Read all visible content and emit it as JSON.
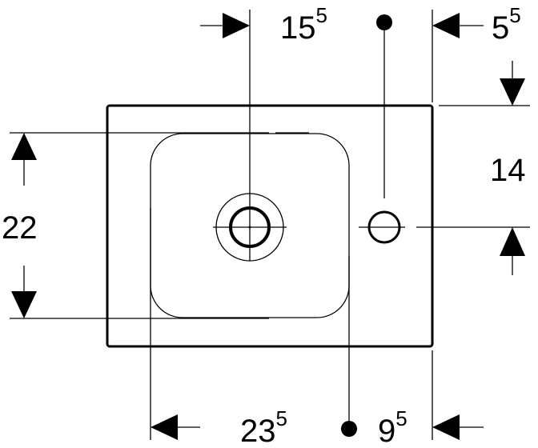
{
  "dimensions": {
    "top_center": {
      "base": "15",
      "sup": "5"
    },
    "top_right": {
      "base": "5",
      "sup": "5"
    },
    "right_vertical": {
      "base": "14",
      "sup": ""
    },
    "left_vertical": {
      "base": "22",
      "sup": ""
    },
    "bottom_left": {
      "base": "23",
      "sup": "5"
    },
    "bottom_right": {
      "base": "9",
      "sup": "5"
    }
  },
  "colors": {
    "line": "#000000",
    "background": "#ffffff"
  }
}
